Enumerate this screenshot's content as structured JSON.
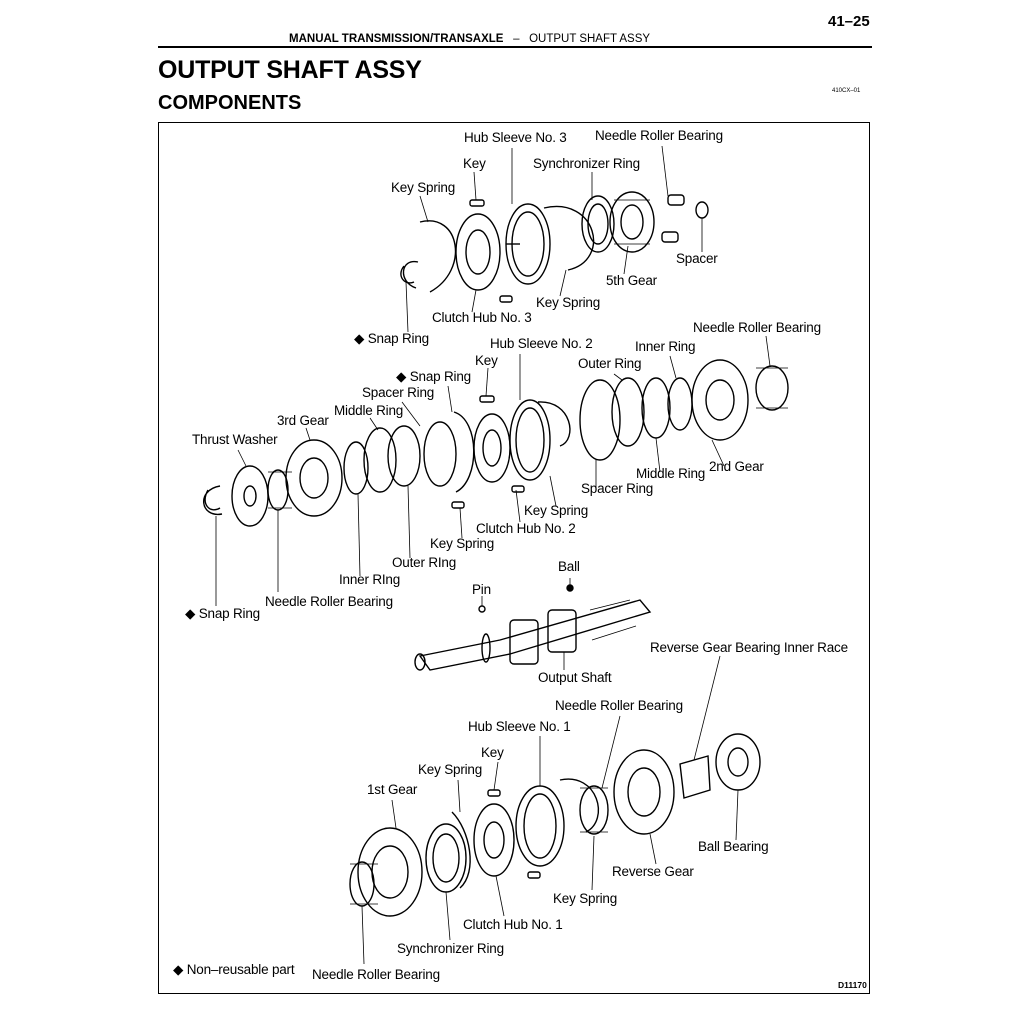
{
  "header": {
    "page_number": "41–25",
    "section": "MANUAL TRANSMISSION/TRANSAXLE",
    "separator": "–",
    "subsection": "OUTPUT SHAFT ASSY",
    "title": "OUTPUT SHAFT ASSY",
    "subtitle": "COMPONENTS",
    "small_code": "410CX–01"
  },
  "labels": {
    "hub_sleeve_3": "Hub Sleeve No. 3",
    "needle_bearing_top": "Needle Roller Bearing",
    "key_top": "Key",
    "sync_ring_top": "Synchronizer Ring",
    "key_spring_top_left": "Key Spring",
    "spacer_top": "Spacer",
    "fifth_gear": "5th Gear",
    "key_spring_top_right": "Key Spring",
    "clutch_hub_3": "Clutch Hub No. 3",
    "snap_ring_top": "◆  Snap Ring",
    "needle_bearing_mid": "Needle Roller Bearing",
    "hub_sleeve_2": "Hub Sleeve No. 2",
    "inner_ring_right": "Inner Ring",
    "key_mid": "Key",
    "outer_ring_right": "Outer Ring",
    "snap_ring_mid": "◆  Snap Ring",
    "spacer_ring_left": "Spacer Ring",
    "middle_ring_left": "Middle Ring",
    "third_gear": "3rd Gear",
    "thrust_washer": "Thrust Washer",
    "second_gear": "2nd Gear",
    "middle_ring_right": "Middle Ring",
    "spacer_ring_right": "Spacer Ring",
    "key_spring_mid_right": "Key Spring",
    "clutch_hub_2": "Clutch Hub No. 2",
    "key_spring_mid_left": "Key Spring",
    "outer_ring_left": "Outer RIng",
    "inner_ring_left": "Inner RIng",
    "ball": "Ball",
    "pin": "Pin",
    "needle_bearing_left": "Needle Roller Bearing",
    "snap_ring_left": "◆ Snap Ring",
    "reverse_inner_race": "Reverse Gear Bearing Inner Race",
    "output_shaft": "Output Shaft",
    "needle_bearing_low": "Needle Roller Bearing",
    "hub_sleeve_1": "Hub Sleeve No. 1",
    "key_low": "Key",
    "key_spring_low_left": "Key Spring",
    "first_gear": "1st Gear",
    "ball_bearing": "Ball Bearing",
    "reverse_gear": "Reverse Gear",
    "key_spring_low_right": "Key Spring",
    "clutch_hub_1": "Clutch Hub No. 1",
    "sync_ring_low": "Synchronizer Ring",
    "non_reusable": "◆  Non–reusable part",
    "needle_bearing_bottom": "Needle Roller Bearing"
  },
  "figure_code": "D11170"
}
